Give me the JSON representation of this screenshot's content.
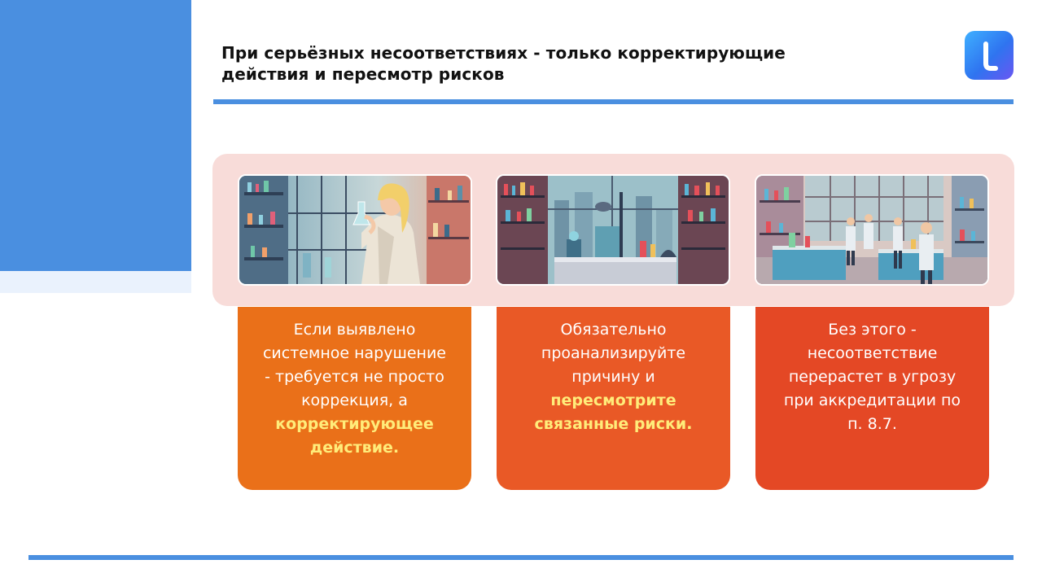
{
  "slide": {
    "title_lines": [
      "При серьёзных несоответствиях - только корректирующие",
      "действия и пересмотр рисков"
    ],
    "logo_icon": "app-logo-icon"
  },
  "colors": {
    "accent_blue": "#4a8fe0",
    "panel_pink": "#f8dcd9",
    "card1": "#ea7019",
    "card2": "#e95926",
    "card3": "#e44825",
    "highlight": "#ffec7a"
  },
  "cards": [
    {
      "image": "scientist-with-flask-illustration",
      "lines": [
        "Если выявлено",
        "системное нарушение",
        "- требуется не просто",
        "коррекция, а"
      ],
      "highlight_lines": [
        "корректирующее",
        "действие."
      ]
    },
    {
      "image": "laboratory-equipment-illustration",
      "lines": [
        "Обязательно",
        "проанализируйте",
        "причину и"
      ],
      "highlight_lines": [
        "пересмотрите",
        "связанные риски."
      ]
    },
    {
      "image": "laboratory-team-illustration",
      "lines": [
        "Без этого -",
        "несоответствие",
        "перерастет в угрозу",
        "при аккредитации по",
        "п. 8.7."
      ],
      "highlight_lines": []
    }
  ]
}
